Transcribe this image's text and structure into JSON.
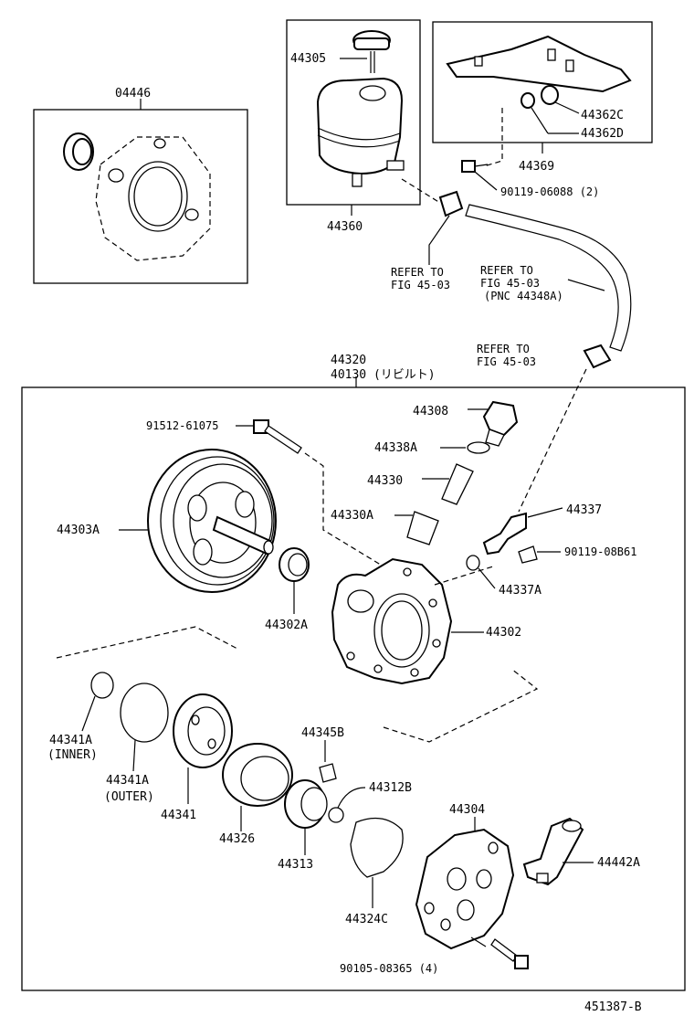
{
  "labels": {
    "p04446": "04446",
    "p44305": "44305",
    "p44360": "44360",
    "p44362C": "44362C",
    "p44362D": "44362D",
    "p44369": "44369",
    "p90119_06088": "90119-06088 (2)",
    "refer1_a": "REFER TO",
    "refer1_b": "FIG 45-03",
    "refer2_a": "REFER TO",
    "refer2_b": "FIG 45-03",
    "refer2_c": "(PNC 44348A)",
    "refer3_a": "REFER TO",
    "refer3_b": "FIG 45-03",
    "p44320": "44320",
    "p40130": "40130 (リビルト)",
    "p44308": "44308",
    "p91512": "91512-61075",
    "p44338A": "44338A",
    "p44330": "44330",
    "p44330A": "44330A",
    "p44303A": "44303A",
    "p44337": "44337",
    "p90119_08B61": "90119-08B61",
    "p44337A": "44337A",
    "p44302A": "44302A",
    "p44302": "44302",
    "p44341A_inner": "44341A",
    "inner": "(INNER)",
    "p44341A_outer": "44341A",
    "outer": "(OUTER)",
    "p44341": "44341",
    "p44345B": "44345B",
    "p44312B": "44312B",
    "p44326": "44326",
    "p44313": "44313",
    "p44304": "44304",
    "p44442A": "44442A",
    "p44324C": "44324C",
    "p90105": "90105-08365 (4)",
    "figure_id": "451387-B"
  }
}
